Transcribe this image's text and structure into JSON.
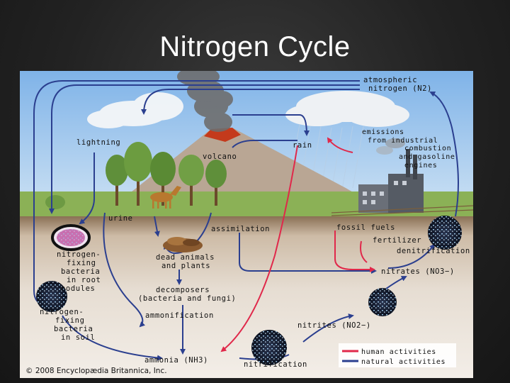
{
  "slide": {
    "title": "Nitrogen Cycle"
  },
  "diagram": {
    "labels": {
      "atmospheric_nitrogen_1": "atmospheric",
      "atmospheric_nitrogen_2": "nitrogen (N2)",
      "lightning": "lightning",
      "volcano": "volcano",
      "rain": "rain",
      "emissions_1": "emissions",
      "emissions_2": "from industrial",
      "emissions_3": "combustion",
      "emissions_4": "and gasoline",
      "emissions_5": "engines",
      "urine": "urine",
      "assimilation": "assimilation",
      "fossil_fuels": "fossil fuels",
      "fertilizer": "fertilizer",
      "denitrification": "denitrification",
      "nfix_root_1": "nitrogen-",
      "nfix_root_2": "fixing",
      "nfix_root_3": "bacteria",
      "nfix_root_4": "in root",
      "nfix_root_5": "nodules",
      "dead_1": "dead animals",
      "dead_2": "and plants",
      "nitrates": "nitrates (NO3−)",
      "decomposers_1": "decomposers",
      "decomposers_2": "(bacteria and fungi)",
      "nfix_soil_1": "nitrogen-",
      "nfix_soil_2": "fixing",
      "nfix_soil_3": "bacteria",
      "nfix_soil_4": "in soil",
      "ammonification": "ammonification",
      "nitrites": "nitrites (NO2−)",
      "ammonia": "ammonia (NH3)",
      "nitrification": "nitrification",
      "copyright": "© 2008 Encyclopædia Britannica, Inc."
    },
    "legend": [
      {
        "label": "human activities",
        "color": "#e0284a"
      },
      {
        "label": "natural activities",
        "color": "#2b3f8f"
      }
    ],
    "colors": {
      "human": "#e0284a",
      "natural": "#2b3f8f"
    }
  }
}
